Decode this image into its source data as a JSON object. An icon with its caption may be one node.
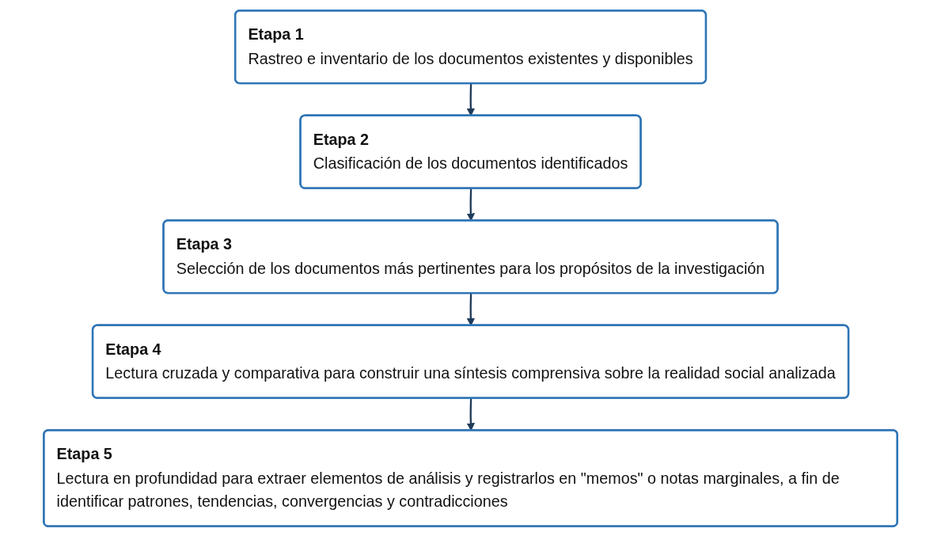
{
  "diagram": {
    "nodes": [
      {
        "text": [
          "Etapa 1",
          "Rastreo e inventario de los documentos existentes y disponibles"
        ]
      },
      {
        "text": [
          "Etapa 2",
          "Clasificación de los documentos identificados"
        ]
      },
      {
        "text": [
          "Etapa 3",
          "Selección de los documentos más pertinentes para los propósitos de la investigación"
        ]
      },
      {
        "text": [
          "Etapa 4",
          "Lectura cruzada y comparativa para construir una síntesis comprensiva sobre la realidad social analizada"
        ]
      },
      {
        "text": [
          "Etapa 5",
          "Lectura en profundidad para extraer elementos de análisis y registrarlos en \"memos\" o notas marginales, a fin de identificar patrones, tendencias, convergencias y contradicciones"
        ]
      }
    ],
    "edges": [
      {
        "from": 0,
        "to": 1,
        "arrow": "to"
      },
      {
        "from": 1,
        "to": 2,
        "arrow": "to"
      },
      {
        "from": 2,
        "to": 3,
        "arrow": "to"
      },
      {
        "from": 3,
        "to": 4,
        "arrow": "to"
      }
    ]
  }
}
